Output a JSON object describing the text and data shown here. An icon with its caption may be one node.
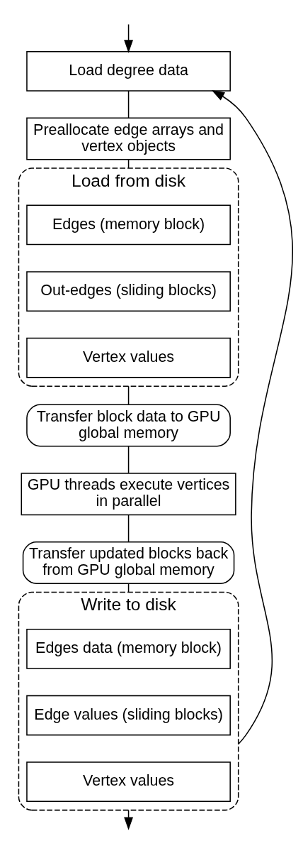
{
  "diagram": {
    "nodes": [
      {
        "text": [
          "Load degree data"
        ]
      },
      {
        "text": [
          "Preallocate edge arrays and vertex objects"
        ]
      },
      {
        "text": [
          "Load from disk"
        ]
      },
      {
        "text": [
          "Edges (memory block)"
        ],
        "in": 2
      },
      {
        "text": [
          "Out-edges (sliding blocks)"
        ],
        "in": 2
      },
      {
        "text": [
          "Vertex values"
        ],
        "in": 2
      },
      {
        "text": [
          "Transfer block data to GPU global memory"
        ]
      },
      {
        "text": [
          "GPU threads execute vertices in parallel"
        ]
      },
      {
        "text": [
          "Transfer updated blocks back from GPU global memory"
        ]
      },
      {
        "text": [
          "Write to disk"
        ]
      },
      {
        "text": [
          "Edges data (memory block)"
        ],
        "in": 9
      },
      {
        "text": [
          "Edge values (sliding blocks)"
        ],
        "in": 9
      },
      {
        "text": [
          "Vertex values"
        ],
        "in": 9
      }
    ],
    "edges": [
      {
        "from": null,
        "to": 0,
        "arrow": "to"
      },
      {
        "from": 0,
        "to": 1,
        "arrow": "none"
      },
      {
        "from": 1,
        "to": 2,
        "arrow": "none"
      },
      {
        "from": 2,
        "to": 6,
        "arrow": "none"
      },
      {
        "from": 6,
        "to": 7,
        "arrow": "none"
      },
      {
        "from": 7,
        "to": 8,
        "arrow": "none"
      },
      {
        "from": 8,
        "to": 9,
        "arrow": "none"
      },
      {
        "from": 9,
        "to": null,
        "arrow": "to"
      },
      {
        "from": 9,
        "to": 0,
        "arrow": "to"
      }
    ]
  }
}
